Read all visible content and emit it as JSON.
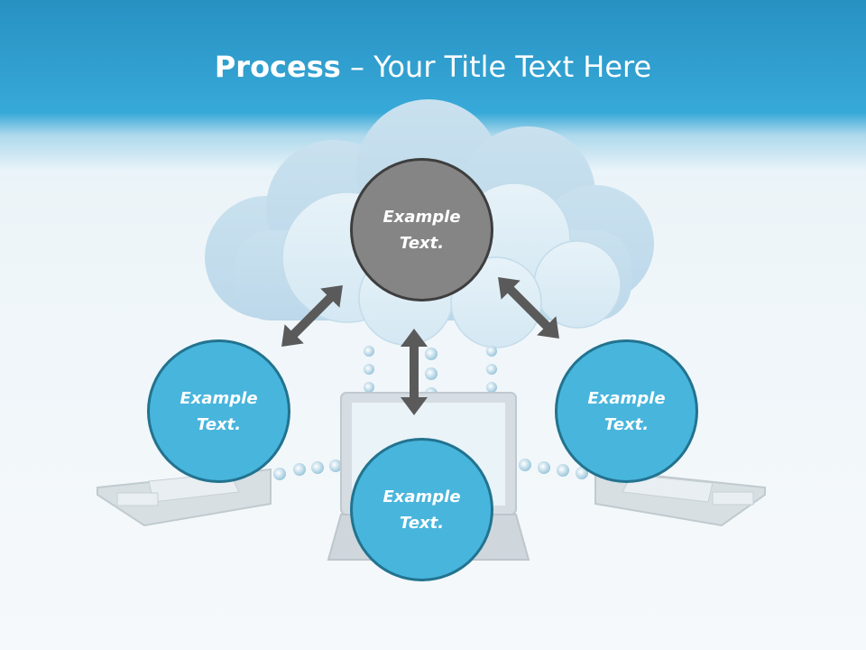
{
  "slide": {
    "title_bold": "Process",
    "title_dash": "–",
    "title_rest": "Your Title Text Here"
  },
  "nodes": {
    "top": {
      "line1": "Example",
      "line2": "Text."
    },
    "left": {
      "line1": "Example",
      "line2": "Text."
    },
    "center": {
      "line1": "Example",
      "line2": "Text."
    },
    "right": {
      "line1": "Example",
      "line2": "Text."
    }
  },
  "colors": {
    "header": "#37a9d8",
    "node_blue": "#48b5dc",
    "node_blue_border": "#22738f",
    "node_gray": "#858585",
    "node_gray_border": "#3e3e3e",
    "arrow": "#5a5a5a",
    "text": "#ffffff"
  },
  "icons": [
    "cloud-icon",
    "laptop-icon",
    "double-arrow-icon"
  ]
}
